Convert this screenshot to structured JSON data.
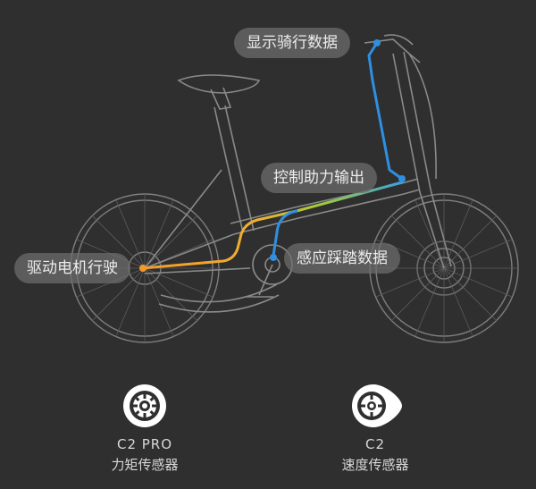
{
  "callouts": {
    "display": "显示骑行数据",
    "control": "控制助力输出",
    "drive": "驱动电机行驶",
    "pedal": "感应踩踏数据"
  },
  "sensors": [
    {
      "model": "C2 PRO",
      "desc": "力矩传感器",
      "icon": "torque-sensor-icon"
    },
    {
      "model": "C2",
      "desc": "速度传感器",
      "icon": "speed-sensor-icon"
    }
  ],
  "colors": {
    "background": "#2f2f2f",
    "frame_lines": "#8a8a8a",
    "path_blue": "#2f8fe0",
    "path_green": "#6cc24a",
    "path_orange": "#f29a2e"
  }
}
